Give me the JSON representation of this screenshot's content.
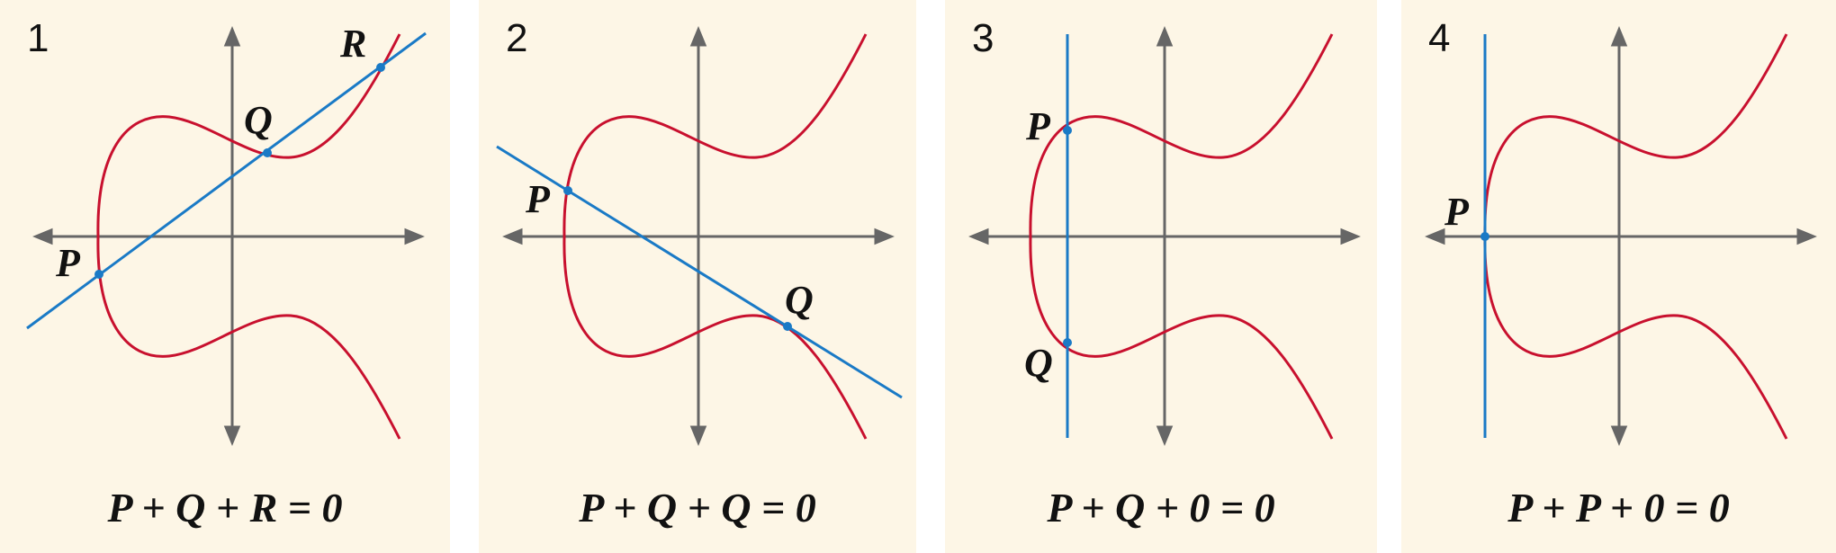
{
  "colors": {
    "background": "#fdf6e6",
    "curve": "#c8102e",
    "line": "#1a7ac6",
    "axes": "#666666",
    "text": "#111111"
  },
  "panels": [
    {
      "number": "1",
      "equation": "P + Q + R = 0",
      "labels": {
        "P": "P",
        "Q": "Q",
        "R": "R"
      }
    },
    {
      "number": "2",
      "equation": "P + Q + Q = 0",
      "labels": {
        "P": "P",
        "Q": "Q"
      }
    },
    {
      "number": "3",
      "equation": "P + Q + 0 = 0",
      "labels": {
        "P": "P",
        "Q": "Q"
      }
    },
    {
      "number": "4",
      "equation": "P + P + 0 = 0",
      "labels": {
        "P": "P"
      }
    }
  ]
}
